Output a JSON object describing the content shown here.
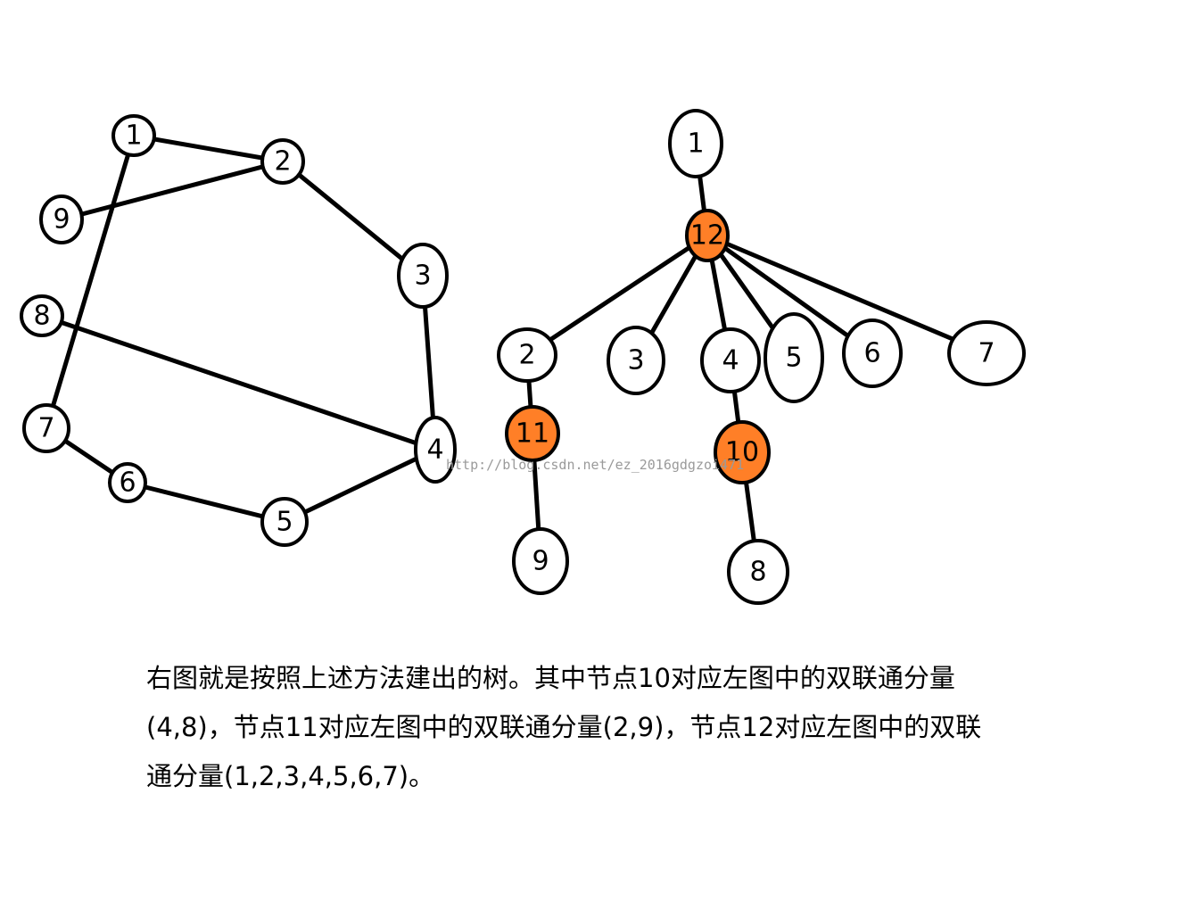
{
  "left_graph": {
    "nodes": [
      {
        "id": "1",
        "label": "1"
      },
      {
        "id": "2",
        "label": "2"
      },
      {
        "id": "3",
        "label": "3"
      },
      {
        "id": "4",
        "label": "4"
      },
      {
        "id": "5",
        "label": "5"
      },
      {
        "id": "6",
        "label": "6"
      },
      {
        "id": "7",
        "label": "7"
      },
      {
        "id": "8",
        "label": "8"
      },
      {
        "id": "9",
        "label": "9"
      }
    ],
    "edges": [
      [
        "1",
        "2"
      ],
      [
        "1",
        "7"
      ],
      [
        "2",
        "9"
      ],
      [
        "2",
        "3"
      ],
      [
        "3",
        "4"
      ],
      [
        "8",
        "4"
      ],
      [
        "4",
        "5"
      ],
      [
        "5",
        "6"
      ],
      [
        "6",
        "7"
      ]
    ]
  },
  "right_tree": {
    "nodes": [
      {
        "id": "1",
        "label": "1",
        "highlight": false
      },
      {
        "id": "12",
        "label": "12",
        "highlight": true
      },
      {
        "id": "2",
        "label": "2",
        "highlight": false
      },
      {
        "id": "3",
        "label": "3",
        "highlight": false
      },
      {
        "id": "4",
        "label": "4",
        "highlight": false
      },
      {
        "id": "5",
        "label": "5",
        "highlight": false
      },
      {
        "id": "6",
        "label": "6",
        "highlight": false
      },
      {
        "id": "7",
        "label": "7",
        "highlight": false
      },
      {
        "id": "11",
        "label": "11",
        "highlight": true
      },
      {
        "id": "10",
        "label": "10",
        "highlight": true
      },
      {
        "id": "9",
        "label": "9",
        "highlight": false
      },
      {
        "id": "8",
        "label": "8",
        "highlight": false
      }
    ],
    "edges": [
      [
        "1",
        "12"
      ],
      [
        "12",
        "2"
      ],
      [
        "12",
        "3"
      ],
      [
        "12",
        "4"
      ],
      [
        "12",
        "5"
      ],
      [
        "12",
        "6"
      ],
      [
        "12",
        "7"
      ],
      [
        "2",
        "11"
      ],
      [
        "11",
        "9"
      ],
      [
        "4",
        "10"
      ],
      [
        "10",
        "8"
      ]
    ]
  },
  "colors": {
    "highlight": "#ff7f27",
    "node": "#ffffff",
    "stroke": "#000000"
  },
  "watermark": "http://blog.csdn.net/ez_2016gdgzoi471",
  "caption": {
    "line1": "右图就是按照上述方法建出的树。其中节点10对应左图中的双联通分量",
    "line2": "(4,8)，节点11对应左图中的双联通分量(2,9)，节点12对应左图中的双联",
    "line3": "通分量(1,2,3,4,5,6,7)。"
  }
}
